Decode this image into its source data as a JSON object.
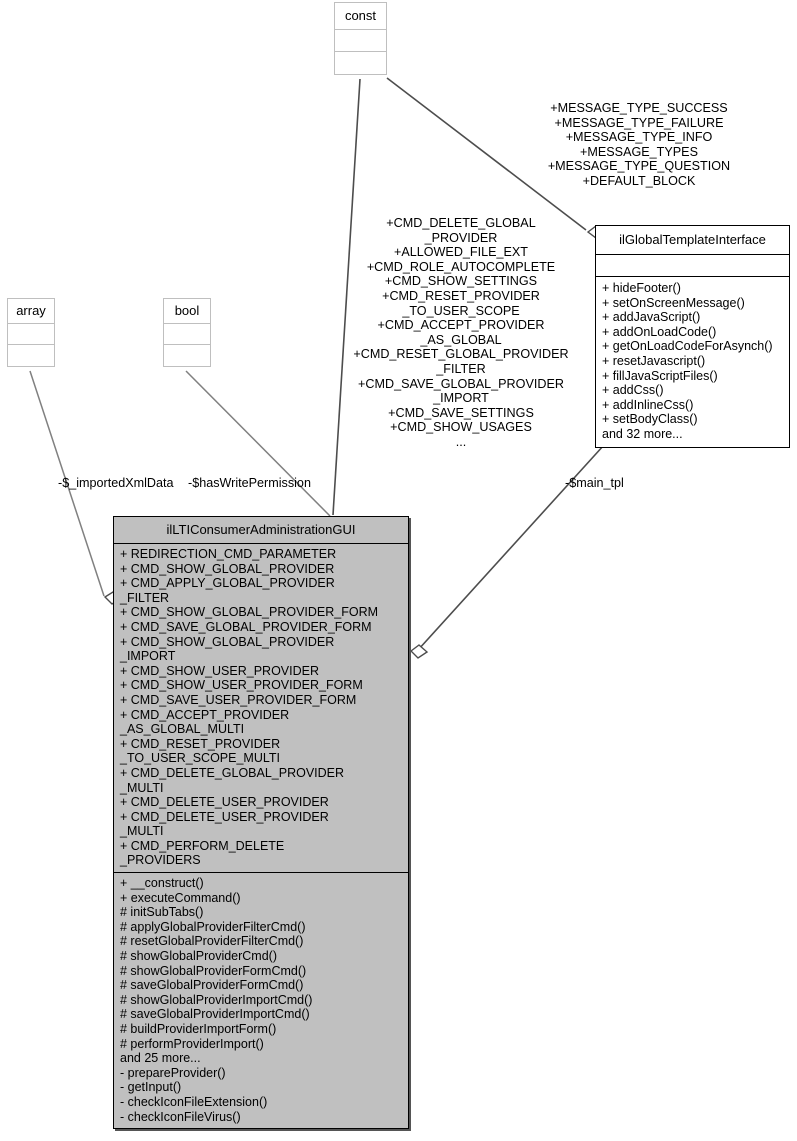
{
  "diagram": {
    "kind": "uml-class-diagram",
    "colors": {
      "background": "#ffffff",
      "focus_fill": "#c0c0c0",
      "focus_border": "#000000",
      "plain_border": "#bfbfbf",
      "edge": "#4d4d4d",
      "text": "#000000"
    }
  },
  "nodes": {
    "const": {
      "name": "const",
      "attributes": [],
      "operations": []
    },
    "array": {
      "name": "array",
      "attributes": [],
      "operations": []
    },
    "bool": {
      "name": "bool",
      "attributes": [],
      "operations": []
    },
    "global_template_interface": {
      "name": "ilGlobalTemplateInterface",
      "attributes": [],
      "operations": [
        "+ hideFooter()",
        "+ setOnScreenMessage()",
        "+ addJavaScript()",
        "+ addOnLoadCode()",
        "+ getOnLoadCodeForAsynch()",
        "+ resetJavascript()",
        "+ fillJavaScriptFiles()",
        "+ addCss()",
        "+ addInlineCss()",
        "+ setBodyClass()",
        "and 32 more..."
      ]
    },
    "focus_class": {
      "name": "ilLTIConsumerAdministrationGUI",
      "attributes": [
        "+ REDIRECTION_CMD_PARAMETER",
        "+ CMD_SHOW_GLOBAL_PROVIDER",
        "+ CMD_APPLY_GLOBAL_PROVIDER\n_FILTER",
        "+ CMD_SHOW_GLOBAL_PROVIDER_FORM",
        "+ CMD_SAVE_GLOBAL_PROVIDER_FORM",
        "+ CMD_SHOW_GLOBAL_PROVIDER\n_IMPORT",
        "+ CMD_SHOW_USER_PROVIDER",
        "+ CMD_SHOW_USER_PROVIDER_FORM",
        "+ CMD_SAVE_USER_PROVIDER_FORM",
        "+ CMD_ACCEPT_PROVIDER\n_AS_GLOBAL_MULTI",
        "+ CMD_RESET_PROVIDER\n_TO_USER_SCOPE_MULTI",
        "+ CMD_DELETE_GLOBAL_PROVIDER\n_MULTI",
        "+ CMD_DELETE_USER_PROVIDER",
        "+ CMD_DELETE_USER_PROVIDER\n_MULTI",
        "+ CMD_PERFORM_DELETE\n_PROVIDERS"
      ],
      "operations": [
        "+ __construct()",
        "+ executeCommand()",
        "# initSubTabs()",
        "# applyGlobalProviderFilterCmd()",
        "# resetGlobalProviderFilterCmd()",
        "# showGlobalProviderCmd()",
        "# showGlobalProviderFormCmd()",
        "# saveGlobalProviderFormCmd()",
        "# showGlobalProviderImportCmd()",
        "# saveGlobalProviderImportCmd()",
        "# buildProviderImportForm()",
        "# performProviderImport()",
        "and 25 more...",
        "- prepareProvider()",
        "- getInput()",
        "- checkIconFileExtension()",
        "- checkIconFileVirus()"
      ]
    }
  },
  "edge_labels": {
    "const_to_template_members": "+MESSAGE_TYPE_SUCCESS\n+MESSAGE_TYPE_FAILURE\n+MESSAGE_TYPE_INFO\n+MESSAGE_TYPES\n+MESSAGE_TYPE_QUESTION\n+DEFAULT_BLOCK",
    "const_to_focus_members": "+CMD_DELETE_GLOBAL\n_PROVIDER\n+ALLOWED_FILE_EXT\n+CMD_ROLE_AUTOCOMPLETE\n+CMD_SHOW_SETTINGS\n+CMD_RESET_PROVIDER\n_TO_USER_SCOPE\n+CMD_ACCEPT_PROVIDER\n_AS_GLOBAL\n+CMD_RESET_GLOBAL_PROVIDER\n_FILTER\n+CMD_SAVE_GLOBAL_PROVIDER\n_IMPORT\n+CMD_SAVE_SETTINGS\n+CMD_SHOW_USAGES\n...",
    "array_role": "-$_importedXmlData",
    "bool_role": "-$hasWritePermission",
    "template_role": "-$main_tpl"
  }
}
